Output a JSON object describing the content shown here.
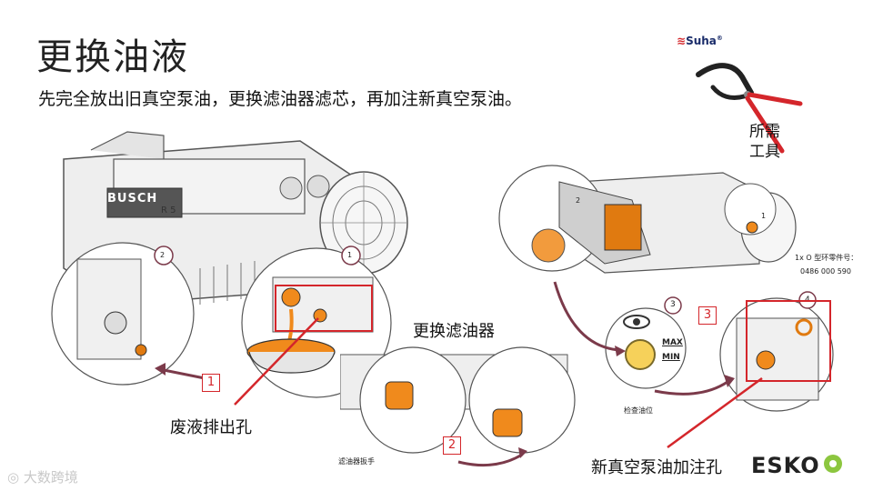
{
  "title": "更换油液",
  "subtitle": "先完全放出旧真空泵油，更换滤油器滤芯，再加注新真空泵油。",
  "tool": {
    "brand": "Suha",
    "caption_line1": "所需",
    "caption_line2": "工具"
  },
  "pump_badge": "BUSCH",
  "pump_model": "R 5",
  "labels": {
    "drain_hole": "废液排出孔",
    "replace_filter": "更换滤油器",
    "fill_hole": "新真空泵油加注孔",
    "filter_wrench": "滤油器扳手",
    "check_level": "检查油位",
    "o_ring_line1": "1x O 型环零件号：",
    "o_ring_part": "0486 000 590",
    "max": "MAX",
    "min": "MIN"
  },
  "steps": {
    "s1": "1",
    "s2": "2",
    "s3": "3",
    "c1": "1",
    "c2": "2",
    "c3": "3",
    "c4": "4"
  },
  "brand_footer": "ESKO",
  "watermark": "大数跨境",
  "colors": {
    "accent_red": "#d4262b",
    "arrow_maroon": "#7b3a4a",
    "oil_orange": "#f08a1c",
    "line_gray": "#555555"
  }
}
